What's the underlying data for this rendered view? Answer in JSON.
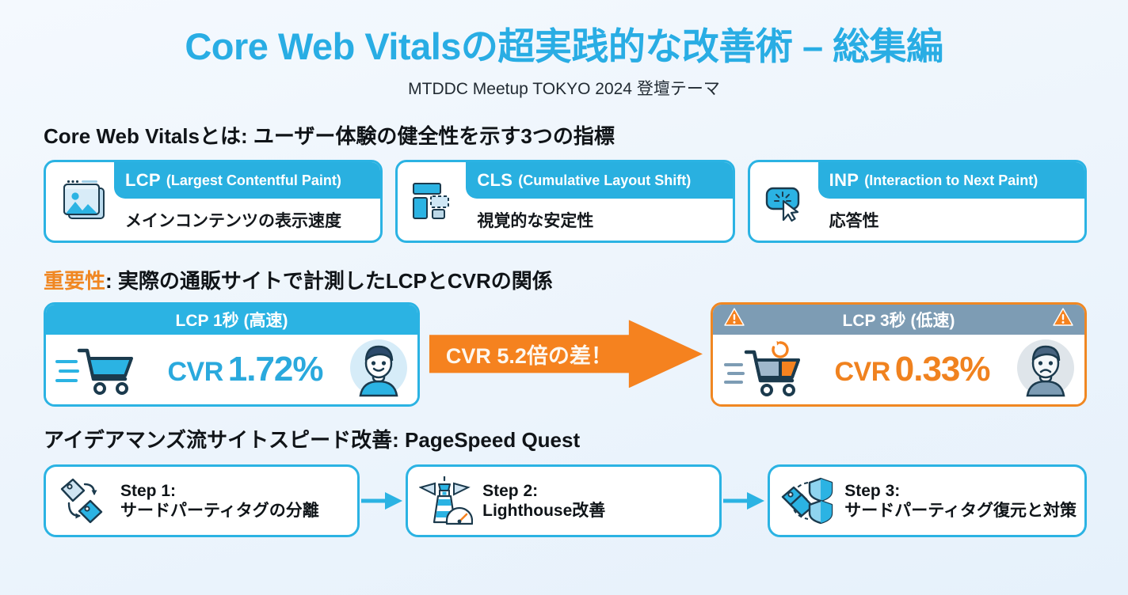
{
  "header": {
    "title": "Core Web Vitalsの超実践的な改善術 – 総集編",
    "subtitle": "MTDDC Meetup TOKYO 2024 登壇テーマ"
  },
  "colors": {
    "cyan": "#2bb3e3",
    "orange": "#f5821f",
    "slow_header": "#7d9cb4",
    "background": "#eff6fd"
  },
  "metrics_section": {
    "heading": "Core Web Vitalsとは: ユーザー体験の健全性を示す3つの指標",
    "cards": [
      {
        "abbr": "LCP",
        "full": "(Largest Contentful Paint)",
        "description": "メインコンテンツの表示速度",
        "icon": "image-placeholder-icon"
      },
      {
        "abbr": "CLS",
        "full": "(Cumulative Layout Shift)",
        "description": "視覚的な安定性",
        "icon": "layout-shift-icon"
      },
      {
        "abbr": "INP",
        "full": "(Interaction to Next Paint)",
        "description": "応答性",
        "icon": "click-cursor-icon"
      }
    ]
  },
  "comparison_section": {
    "heading_accent": "重要性",
    "heading_rest": ": 実際の通販サイトで計測したLCPとCVRの関係",
    "fast": {
      "header": "LCP 1秒 (高速)",
      "metric_label": "CVR",
      "metric_value": "1.72%",
      "cart_icon": "fast-cart-icon",
      "avatar_icon": "happy-avatar-icon"
    },
    "slow": {
      "header": "LCP 3秒 (低速)",
      "metric_label": "CVR",
      "metric_value": "0.33%",
      "cart_icon": "slow-cart-icon",
      "avatar_icon": "sad-avatar-icon",
      "warning_icon": "warning-triangle-icon"
    },
    "arrow_label": "CVR 5.2倍の差！"
  },
  "steps_section": {
    "heading": "アイデアマンズ流サイトスピード改善: PageSpeed Quest",
    "steps": [
      {
        "title": "Step 1:",
        "subtitle": "サードパーティタグの分離",
        "icon": "tags-split-icon"
      },
      {
        "title": "Step 2:",
        "subtitle": "Lighthouse改善",
        "icon": "lighthouse-gauge-icon"
      },
      {
        "title": "Step 3:",
        "subtitle": "サードパーティタグ復元と対策",
        "icon": "tags-shield-icon"
      }
    ],
    "connector_icon": "arrow-right-icon"
  }
}
